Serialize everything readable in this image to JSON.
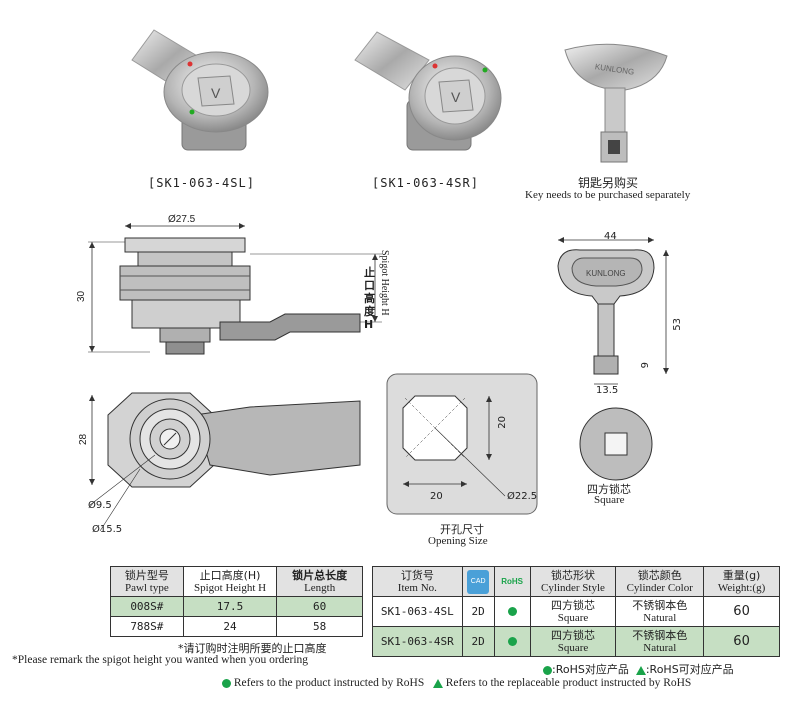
{
  "products": {
    "left_caption": "[SK1-063-4SL]",
    "right_caption": "[SK1-063-4SR]",
    "key_caption_cn": "钥匙另购买",
    "key_caption_en": "Key needs to be purchased separately",
    "key_brand": "KUNLONG"
  },
  "drawing": {
    "dia_top": "Ø27.5",
    "height_30": "30",
    "spigot_cn": "止口高度",
    "spigot_h": "H",
    "spigot_en": "Spigot Height H",
    "front_28": "28",
    "dia_9_5": "Ø9.5",
    "dia_15_5": "Ø15.5",
    "hole_20_v": "20",
    "hole_20_h": "20",
    "hole_dia": "Ø22.5",
    "hole_cn": "开孔尺寸",
    "hole_en": "Opening Size",
    "key_44": "44",
    "key_53": "53",
    "key_9": "9",
    "key_13_5": "13.5",
    "square_cn": "四方锁芯",
    "square_en": "Square"
  },
  "pawl_table": {
    "headers": [
      {
        "cn": "锁片型号",
        "en": "Pawl type"
      },
      {
        "cn": "止口高度(H)",
        "en": "Spigot Height H"
      },
      {
        "cn": "锁片总长度",
        "en": "Length"
      }
    ],
    "rows": [
      {
        "type": "008S#",
        "height": "17.5",
        "length": "60"
      },
      {
        "type": "788S#",
        "height": "24",
        "length": "58"
      }
    ],
    "note_cn": "*请订购时注明所要的止口高度",
    "note_en": "*Please remark the spigot height you wanted when you ordering"
  },
  "order_table": {
    "headers": [
      {
        "cn": "订货号",
        "en": "Item No."
      },
      {
        "cn": "锁芯形状",
        "en": "Cylinder Style"
      },
      {
        "cn": "锁芯颜色",
        "en": "Cylinder Color"
      },
      {
        "cn": "重量(g)",
        "en": "Weight:(g)"
      }
    ],
    "cad_label": "CAD",
    "rohs_label": "RoHS",
    "rows": [
      {
        "item": "SK1-063-4SL",
        "cad": "2D",
        "style_cn": "四方锁芯",
        "style_en": "Square",
        "color_cn": "不锈钢本色",
        "color_en": "Natural",
        "weight": "60"
      },
      {
        "item": "SK1-063-4SR",
        "cad": "2D",
        "style_cn": "四方锁芯",
        "style_en": "Square",
        "color_cn": "不锈钢本色",
        "color_en": "Natural",
        "weight": "60"
      }
    ]
  },
  "legend": {
    "rohs_cn": ":RoHS对应产品",
    "replace_cn": ":RoHS可对应产品",
    "rohs_en": "Refers to the product instructed by RoHS",
    "replace_en": "Refers to the replaceable product instructed by RoHS"
  },
  "colors": {
    "green": "#1aa34a",
    "highlight": "#c6dfc3"
  }
}
